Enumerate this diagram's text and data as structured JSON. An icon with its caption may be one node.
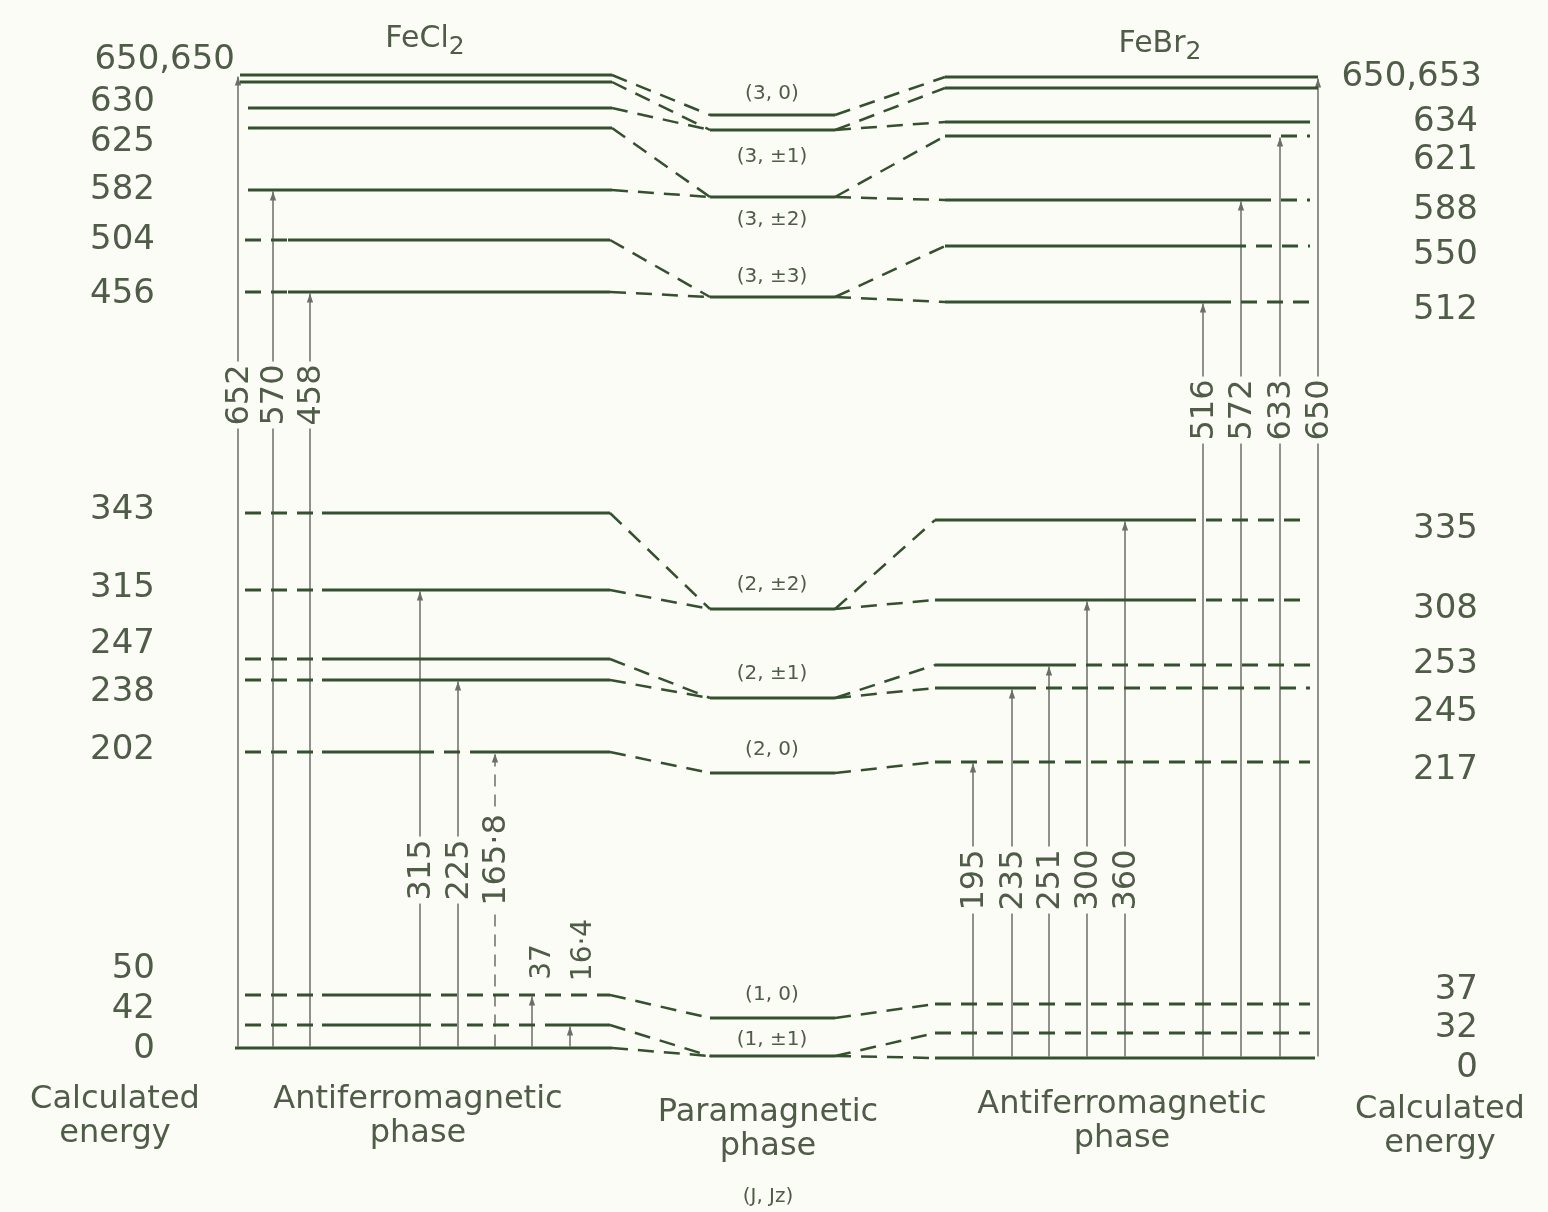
{
  "diagram": {
    "nodes": [
      {
        "text": [],
        "shape": "bar",
        "beside": [
          "650,650"
        ]
      },
      {
        "text": [],
        "shape": "bar"
      },
      {
        "text": [],
        "shape": "bar",
        "beside": [
          "630"
        ]
      },
      {
        "text": [],
        "shape": "bar",
        "beside": [
          "625"
        ]
      },
      {
        "text": [],
        "shape": "bar",
        "beside": [
          "582"
        ]
      },
      {
        "text": [],
        "shape": "bar",
        "beside": [
          "504"
        ]
      },
      {
        "text": [],
        "shape": "bar",
        "beside": [
          "456"
        ]
      },
      {
        "text": [],
        "shape": "bar",
        "beside": [
          "343"
        ]
      },
      {
        "text": [],
        "shape": "bar",
        "beside": [
          "315"
        ]
      },
      {
        "text": [],
        "shape": "bar",
        "beside": [
          "247"
        ]
      },
      {
        "text": [],
        "shape": "bar",
        "beside": [
          "238"
        ]
      },
      {
        "text": [],
        "shape": "bar",
        "beside": [
          "202"
        ]
      },
      {
        "text": [],
        "shape": "bar",
        "beside": [
          "50"
        ]
      },
      {
        "text": [],
        "shape": "bar",
        "beside": [
          "42"
        ]
      },
      {
        "text": [],
        "shape": "bar",
        "beside": [
          "0"
        ]
      },
      {
        "text": [],
        "shape": "bar",
        "beside": [
          "(3, 0)"
        ]
      },
      {
        "text": [],
        "shape": "bar",
        "beside": [
          "(3, ±1)"
        ]
      },
      {
        "text": [],
        "shape": "bar",
        "beside": [
          "(3, ±2)"
        ]
      },
      {
        "text": [],
        "shape": "bar",
        "beside": [
          "(3, ±3)"
        ]
      },
      {
        "text": [],
        "shape": "bar",
        "beside": [
          "(2, ±2)"
        ]
      },
      {
        "text": [],
        "shape": "bar",
        "beside": [
          "(2, ±1)"
        ]
      },
      {
        "text": [],
        "shape": "bar",
        "beside": [
          "(2, 0)"
        ]
      },
      {
        "text": [],
        "shape": "bar",
        "beside": [
          "(1, 0)"
        ]
      },
      {
        "text": [],
        "shape": "bar",
        "beside": [
          "(1, ±1)"
        ]
      },
      {
        "text": [],
        "shape": "bar",
        "beside": [
          "650,653"
        ]
      },
      {
        "text": [],
        "shape": "bar"
      },
      {
        "text": [],
        "shape": "bar",
        "beside": [
          "634"
        ]
      },
      {
        "text": [],
        "shape": "bar",
        "beside": [
          "621"
        ]
      },
      {
        "text": [],
        "shape": "bar",
        "beside": [
          "588"
        ]
      },
      {
        "text": [],
        "shape": "bar",
        "beside": [
          "550"
        ]
      },
      {
        "text": [],
        "shape": "bar",
        "beside": [
          "512"
        ]
      },
      {
        "text": [],
        "shape": "bar",
        "beside": [
          "335"
        ]
      },
      {
        "text": [],
        "shape": "bar",
        "beside": [
          "308"
        ]
      },
      {
        "text": [],
        "shape": "bar",
        "beside": [
          "253"
        ]
      },
      {
        "text": [],
        "shape": "bar",
        "beside": [
          "245"
        ]
      },
      {
        "text": [],
        "shape": "bar",
        "beside": [
          "217"
        ]
      },
      {
        "text": [],
        "shape": "bar",
        "beside": [
          "37"
        ]
      },
      {
        "text": [],
        "shape": "bar",
        "beside": [
          "32"
        ]
      },
      {
        "text": [],
        "shape": "bar"
      }
    ],
    "edges": [
      {
        "from": 0,
        "to": 15,
        "arrow": "none",
        "style": "dashed"
      },
      {
        "from": 1,
        "to": 16,
        "arrow": "none",
        "style": "dashed"
      },
      {
        "from": 2,
        "to": 16,
        "arrow": "none",
        "style": "dashed"
      },
      {
        "from": 3,
        "to": 17,
        "arrow": "none",
        "style": "dashed"
      },
      {
        "from": 4,
        "to": 17,
        "arrow": "none",
        "style": "dashed"
      },
      {
        "from": 5,
        "to": 18,
        "arrow": "none",
        "style": "dashed"
      },
      {
        "from": 6,
        "to": 18,
        "arrow": "none",
        "style": "dashed"
      },
      {
        "from": 7,
        "to": 19,
        "arrow": "none",
        "style": "dashed"
      },
      {
        "from": 8,
        "to": 19,
        "arrow": "none",
        "style": "dashed"
      },
      {
        "from": 9,
        "to": 20,
        "arrow": "none",
        "style": "dashed"
      },
      {
        "from": 10,
        "to": 20,
        "arrow": "none",
        "style": "dashed"
      },
      {
        "from": 11,
        "to": 21,
        "arrow": "none",
        "style": "dashed"
      },
      {
        "from": 12,
        "to": 22,
        "arrow": "none",
        "style": "dashed"
      },
      {
        "from": 13,
        "to": 23,
        "arrow": "none",
        "style": "dashed"
      },
      {
        "from": 14,
        "to": 23,
        "arrow": "none",
        "style": "dashed"
      },
      {
        "from": 15,
        "to": 24,
        "arrow": "none",
        "style": "dashed"
      },
      {
        "from": 16,
        "to": 25,
        "arrow": "none",
        "style": "dashed"
      },
      {
        "from": 16,
        "to": 26,
        "arrow": "none",
        "style": "dashed"
      },
      {
        "from": 17,
        "to": 27,
        "arrow": "none",
        "style": "dashed"
      },
      {
        "from": 17,
        "to": 28,
        "arrow": "none",
        "style": "dashed"
      },
      {
        "from": 18,
        "to": 29,
        "arrow": "none",
        "style": "dashed"
      },
      {
        "from": 18,
        "to": 30,
        "arrow": "none",
        "style": "dashed"
      },
      {
        "from": 19,
        "to": 31,
        "arrow": "none",
        "style": "dashed"
      },
      {
        "from": 19,
        "to": 32,
        "arrow": "none",
        "style": "dashed"
      },
      {
        "from": 20,
        "to": 33,
        "arrow": "none",
        "style": "dashed"
      },
      {
        "from": 20,
        "to": 34,
        "arrow": "none",
        "style": "dashed"
      },
      {
        "from": 21,
        "to": 35,
        "arrow": "none",
        "style": "dashed"
      },
      {
        "from": 22,
        "to": 36,
        "arrow": "none",
        "style": "dashed"
      },
      {
        "from": 23,
        "to": 37,
        "arrow": "none",
        "style": "dashed"
      },
      {
        "from": 23,
        "to": 38,
        "arrow": "none",
        "style": "dashed"
      },
      {
        "from": 14,
        "to": 0,
        "arrow": "to",
        "label": "652",
        "color": "#6b6f68"
      },
      {
        "from": 14,
        "to": 4,
        "arrow": "to",
        "label": "570",
        "color": "#6b6f68"
      },
      {
        "from": 14,
        "to": 6,
        "arrow": "to",
        "label": "458",
        "color": "#6b6f68"
      },
      {
        "from": 14,
        "to": 8,
        "arrow": "to",
        "label": "315",
        "color": "#6b6f68"
      },
      {
        "from": 14,
        "to": 10,
        "arrow": "to",
        "label": "225",
        "color": "#6b6f68"
      },
      {
        "from": 14,
        "to": 11,
        "arrow": "to",
        "label": "165·8",
        "style": "dashed",
        "color": "#6b6f68"
      },
      {
        "from": 14,
        "to": 12,
        "arrow": "to",
        "label": "37",
        "color": "#6b6f68"
      },
      {
        "from": 14,
        "to": 13,
        "arrow": "to",
        "label": "16·4",
        "color": "#6b6f68"
      },
      {
        "from": 38,
        "to": 35,
        "arrow": "to",
        "label": "195",
        "color": "#6b6f68"
      },
      {
        "from": 38,
        "to": 34,
        "arrow": "to",
        "label": "235",
        "color": "#6b6f68"
      },
      {
        "from": 38,
        "to": 33,
        "arrow": "to",
        "label": "251",
        "color": "#6b6f68"
      },
      {
        "from": 38,
        "to": 32,
        "arrow": "to",
        "label": "300",
        "color": "#6b6f68"
      },
      {
        "from": 38,
        "to": 31,
        "arrow": "to",
        "label": "360",
        "color": "#6b6f68"
      },
      {
        "from": 38,
        "to": 30,
        "arrow": "to",
        "label": "516",
        "color": "#6b6f68"
      },
      {
        "from": 38,
        "to": 28,
        "arrow": "to",
        "label": "572",
        "color": "#6b6f68"
      },
      {
        "from": 38,
        "to": 27,
        "arrow": "to",
        "label": "633",
        "color": "#6b6f68"
      },
      {
        "from": 38,
        "to": 24,
        "arrow": "to",
        "label": "650",
        "color": "#6b6f68"
      }
    ],
    "labels": [
      "FeCl$_{2}$",
      "FeBr$_{2}$",
      "Calculated energy",
      "Antiferromagnetic phase",
      "Paramagnetic phase",
      "(J, Jz)",
      "Antiferromagnetic phase",
      "0",
      "Calculated energy"
    ]
  }
}
